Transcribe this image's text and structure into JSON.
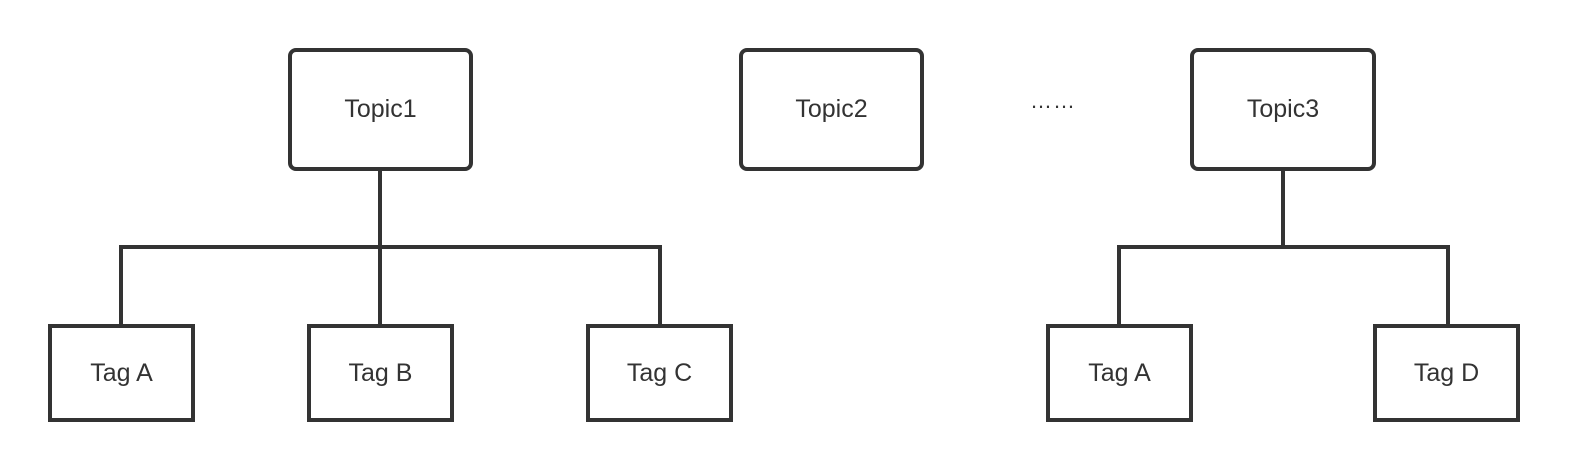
{
  "colors": {
    "stroke": "#333333",
    "text": "#333333",
    "background": "#ffffff"
  },
  "topics": [
    {
      "label": "Topic1",
      "tags": [
        "Tag A",
        "Tag B",
        "Tag C"
      ]
    },
    {
      "label": "Topic2",
      "tags": []
    },
    {
      "label": "Topic3",
      "tags": [
        "Tag A",
        "Tag D"
      ]
    }
  ],
  "ellipsis": "……"
}
